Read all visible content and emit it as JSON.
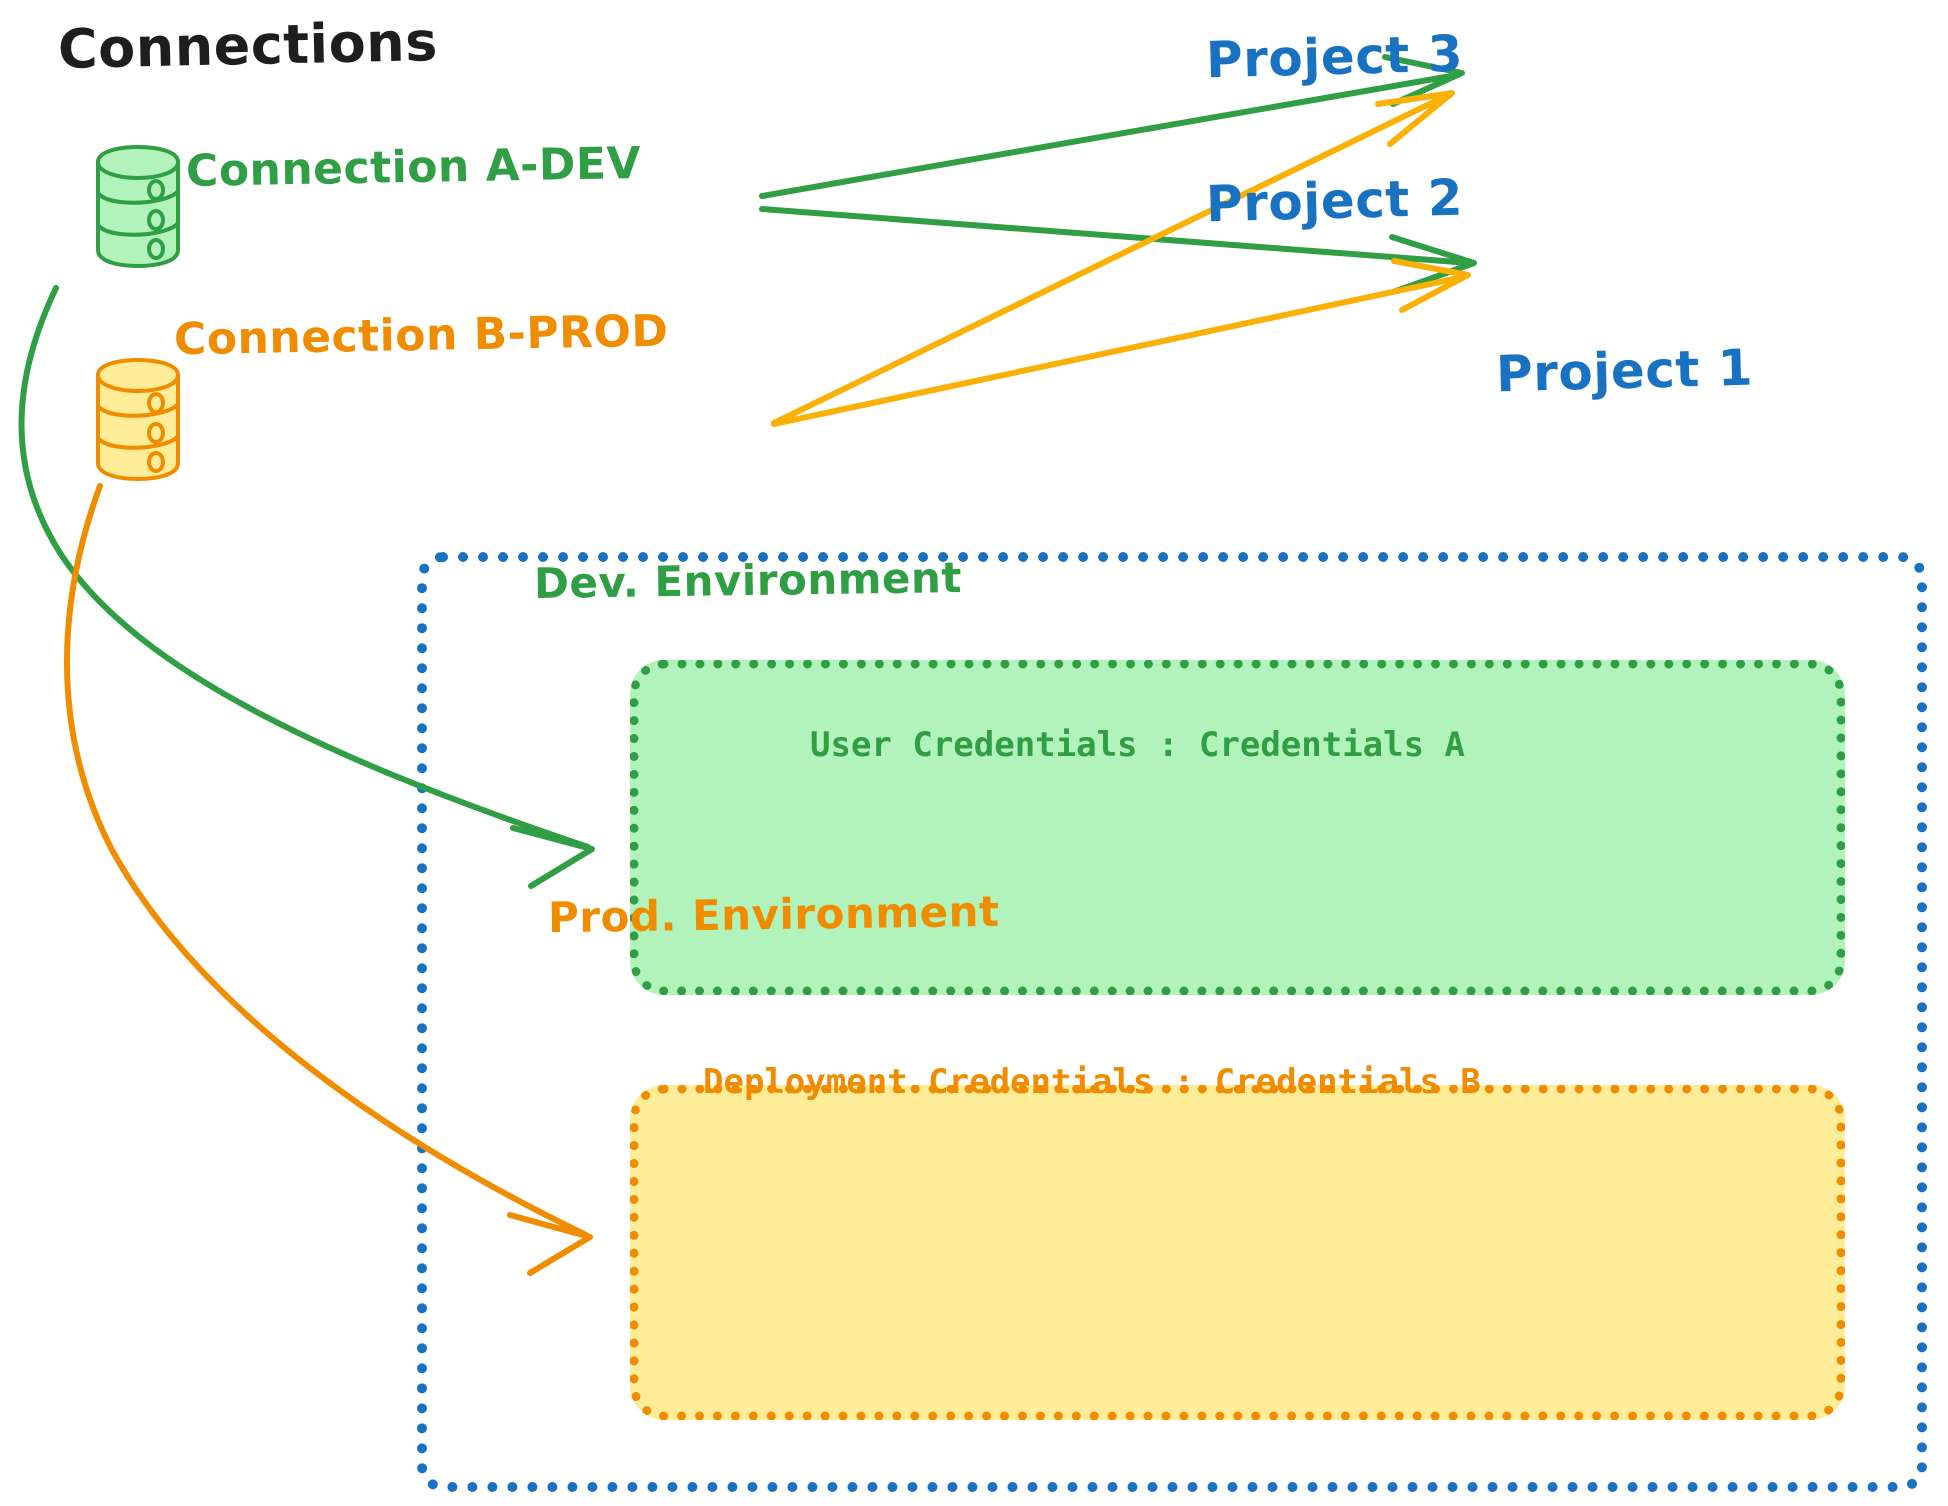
{
  "diagram": {
    "title": "Connections",
    "type": "architecture-diagram",
    "colors": {
      "dev_green": "#2f9e44",
      "prod_orange": "#f08c00",
      "project_blue": "#1971c2",
      "dev_fill": "#b2f2bb",
      "prod_fill": "#ffec99",
      "title_black": "#1e1e1e"
    }
  },
  "connections": {
    "heading": "Connections",
    "items": [
      {
        "id": "conn-a",
        "label": "Connection A-DEV",
        "icon": "database-icon",
        "color": "#2f9e44"
      },
      {
        "id": "conn-b",
        "label": "Connection B-PROD",
        "icon": "database-icon",
        "color": "#f08c00"
      }
    ]
  },
  "projects": [
    {
      "id": "project-3",
      "label": "Project 3"
    },
    {
      "id": "project-2",
      "label": "Project 2"
    },
    {
      "id": "project-1",
      "label": "Project 1"
    }
  ],
  "project1": {
    "label": "Project 1",
    "environments": [
      {
        "id": "dev-environment",
        "title": "Dev. Environment",
        "credential_label": "User Credentials",
        "credential_value": "Credentials A",
        "credential_line": "User Credentials : Credentials A",
        "color": "#2f9e44",
        "fill": "#b2f2bb"
      },
      {
        "id": "prod-environment",
        "title": "Prod. Environment",
        "credential_label": "Deployment Credentials",
        "credential_value": "Credentials B",
        "credential_line": "Deployment Credentials : Credentials B",
        "color": "#f08c00",
        "fill": "#ffec99"
      }
    ]
  },
  "edges": [
    {
      "id": "edge-a-to-p3",
      "from": "Connection A-DEV",
      "to": "Project 3",
      "color": "#2f9e44"
    },
    {
      "id": "edge-a-to-p2",
      "from": "Connection A-DEV",
      "to": "Project 2",
      "color": "#2f9e44"
    },
    {
      "id": "edge-b-to-p3",
      "from": "Connection B-PROD",
      "to": "Project 3",
      "color": "#fab005"
    },
    {
      "id": "edge-b-to-p2",
      "from": "Connection B-PROD",
      "to": "Project 2",
      "color": "#fab005"
    },
    {
      "id": "edge-a-to-dev",
      "from": "Connection A-DEV",
      "to": "Dev. Environment",
      "color": "#2f9e44"
    },
    {
      "id": "edge-b-to-prod",
      "from": "Connection B-PROD",
      "to": "Prod. Environment",
      "color": "#f08c00"
    }
  ]
}
